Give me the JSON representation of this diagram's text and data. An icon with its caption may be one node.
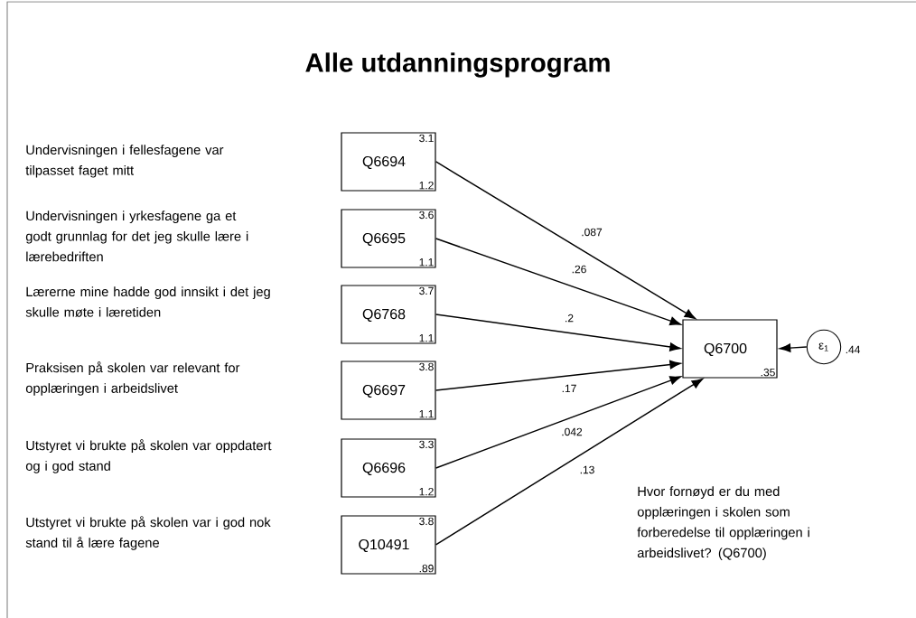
{
  "diagram": {
    "title": "Alle utdanningsprogram",
    "nodes": [
      {
        "text": [
          "Q6694",
          "3.1",
          "1.2"
        ]
      },
      {
        "text": [
          "Q6695",
          "3.6",
          "1.1"
        ]
      },
      {
        "text": [
          "Q6768",
          "3.7",
          "1.1"
        ]
      },
      {
        "text": [
          "Q6697",
          "3.8",
          "1.1"
        ]
      },
      {
        "text": [
          "Q6696",
          "3.3",
          "1.2"
        ]
      },
      {
        "text": [
          "Q10491",
          "3.8",
          ".89"
        ]
      },
      {
        "text": [
          "Q6700",
          ".35"
        ]
      },
      {
        "text": [
          "ε$_{1}$"
        ],
        "beside": [
          ".44"
        ]
      }
    ],
    "edges": [
      {
        "from": 0,
        "to": 6,
        "arrow": "to",
        "label": ".087"
      },
      {
        "from": 1,
        "to": 6,
        "arrow": "to",
        "label": ".26"
      },
      {
        "from": 2,
        "to": 6,
        "arrow": "to",
        "label": ".2"
      },
      {
        "from": 3,
        "to": 6,
        "arrow": "to",
        "label": ".17"
      },
      {
        "from": 4,
        "to": 6,
        "arrow": "to",
        "label": ".042"
      },
      {
        "from": 5,
        "to": 6,
        "arrow": "to",
        "label": ".13"
      },
      {
        "from": 7,
        "to": 6,
        "arrow": "to"
      }
    ],
    "labels": [
      "Undervisningen i fellesfagene var tilpasset faget mitt",
      "Undervisningen i yrkesfagene ga et godt grunnlag for det jeg skulle lære i lærebedriften",
      "Lærerne mine hadde god innsikt i det jeg skulle møte i læretiden",
      "Praksisen på skolen var relevant for opplæringen i arbeidslivet",
      "Utstyret vi brukte på skolen var oppdatert og i god stand",
      "Utstyret vi brukte på skolen var i god nok stand til å lære fagene",
      "Hvor fornøyd er du med opplæringen i skolen som forberedelse til opplæringen i arbeidslivet? (Q6700)"
    ]
  }
}
